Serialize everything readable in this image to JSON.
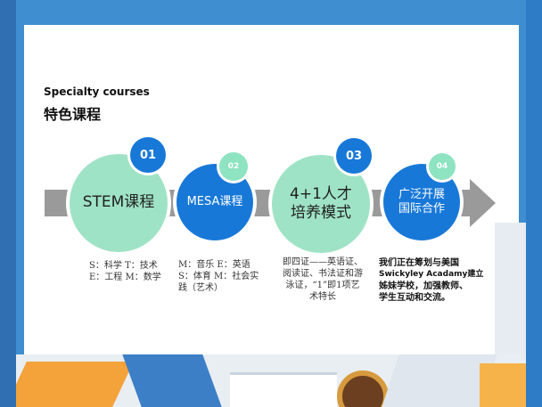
{
  "header": {
    "title_en": "Specialty courses",
    "title_cn": "特色课程"
  },
  "steps": [
    {
      "number": "01",
      "label": "STEM课程",
      "desc_lines": [
        "S：科学 T：技术",
        "E：工程 M：数学"
      ]
    },
    {
      "number": "02",
      "label": "MESA课程",
      "desc_lines": [
        "M：音乐 E：英语",
        "S：体育 M：社会实",
        "践（艺术）"
      ]
    },
    {
      "number": "03",
      "label_lines": [
        "4+1人才",
        "培养模式"
      ],
      "desc_lines": [
        "即四证——英语证、",
        "阅读证、书法证和游",
        "泳证，“1”即1项艺",
        "术特长"
      ]
    },
    {
      "number": "04",
      "label_lines": [
        "广泛开展",
        "国际合作"
      ],
      "desc_lines": [
        "我们正在筹划与美国",
        "Swickyley Acadamy建立",
        "姊妹学校，加强教师、",
        "学生互动和交流。"
      ]
    }
  ],
  "colors": {
    "frame": "#3f8ed0",
    "green_circle": "#9fe3c6",
    "blue_circle": "#1878d8",
    "arrow": "#9a9a9a"
  }
}
